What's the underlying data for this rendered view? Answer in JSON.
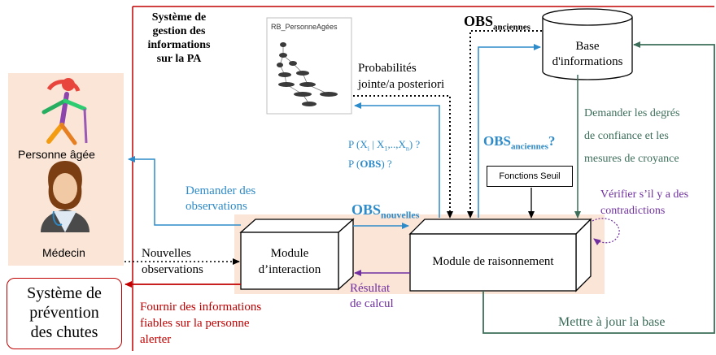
{
  "system_title": [
    "Système de",
    "gestion des",
    "informations",
    "sur la PA"
  ],
  "bn_box_title": "RB_PersonneAgées",
  "actors": {
    "elderly": "Personne âgée",
    "doctor": "Médecin"
  },
  "prevention_system": [
    "Système de",
    "prévention",
    "des chutes"
  ],
  "database": [
    "Base",
    "d'informations"
  ],
  "modules": {
    "interaction": [
      "Module",
      "d’interaction"
    ],
    "reasoning": "Module de raisonnement"
  },
  "threshold_box": "Fonctions Seuil",
  "labels": {
    "probabilities": [
      "Probabilités",
      "jointe/a posteriori"
    ],
    "obs_old_top": {
      "base": "OBS",
      "sub": "anciennes"
    },
    "query_p1": {
      "pre": "P (X",
      "i": "i",
      "mid": " | X",
      "one": "1",
      "dots": ",..,X",
      "n": "n",
      "post": ") ?"
    },
    "query_p2": {
      "pre": "P (",
      "bold": "OBS",
      "post": ") ?"
    },
    "obs_old_question": {
      "base": "OBS",
      "sub": "anciennes",
      "post": "?"
    },
    "obs_new": {
      "base": "OBS",
      "sub": "nouvelles"
    },
    "ask_observations": [
      "Demander des",
      "observations"
    ],
    "new_observations": [
      "Nouvelles",
      "observations"
    ],
    "result": [
      "Résultat",
      "de calcul"
    ],
    "provide_info": [
      "Fournir des informations",
      "fiables sur la personne",
      "alerter"
    ],
    "ask_confidence": [
      "Demander les degrés",
      "de confiance et les",
      "mesures de croyance"
    ],
    "check_contradictions": [
      "Vérifier s’il y a des",
      "contradictions"
    ],
    "update_base": "Mettre à jour la base"
  },
  "colors": {
    "blue": "#2e8bc9",
    "green": "#3c6e5a",
    "red": "#c00000",
    "purple": "#7030a0",
    "peach": "#fbe5d6"
  }
}
